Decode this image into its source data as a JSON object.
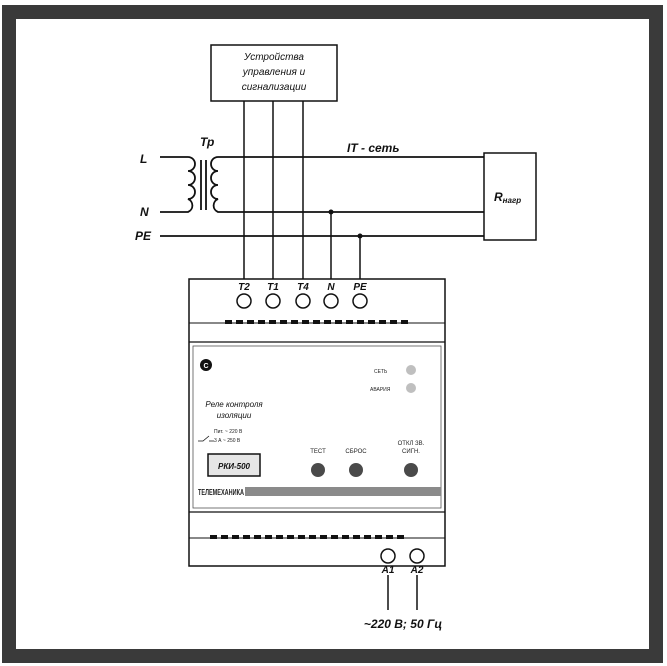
{
  "control_box": {
    "line1": "Устройства",
    "line2": "управления и",
    "line3": "сигнализации"
  },
  "transformer_label": "Тр",
  "network_label": "IT - сеть",
  "load_label": "R",
  "load_sub": "нагр",
  "lines": {
    "L": "L",
    "N": "N",
    "PE": "PE"
  },
  "terminals_top": [
    "T2",
    "T1",
    "T4",
    "N",
    "PE"
  ],
  "terminals_bottom": [
    "A1",
    "A2"
  ],
  "device": {
    "led1": "СЕТЬ",
    "led2": "АВАРИЯ",
    "name_line1": "Реле контроля",
    "name_line2": "изоляции",
    "spec1": "Пит. ~ 220 В",
    "spec2": "3 А ~ 250 В",
    "model": "РКИ-500",
    "btn_test": "ТЕСТ",
    "btn_reset": "СБРОС",
    "btn_off_line1": "ОТКЛ ЗВ.",
    "btn_off_line2": "СИГН.",
    "brand": "ТЕЛЕМЕХАНИКА"
  },
  "supply_label": "~220 В; 50 Гц",
  "colors": {
    "frame": "#3a3a3a",
    "line": "#111111",
    "led": "#bfbfbf",
    "button": "#4a4a4a",
    "band": "#8a8a8a"
  }
}
